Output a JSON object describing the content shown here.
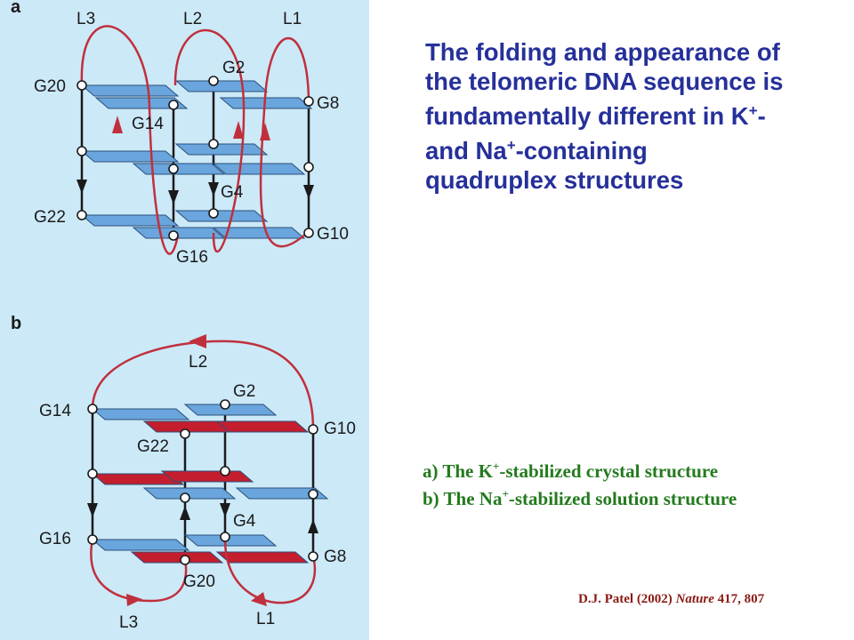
{
  "figure": {
    "panel_a": {
      "letter": "a",
      "loops": {
        "l1": "L1",
        "l2": "L2",
        "l3": "L3"
      },
      "guanines": {
        "g2": "G2",
        "g4": "G4",
        "g8": "G8",
        "g10": "G10",
        "g14": "G14",
        "g16": "G16",
        "g20": "G20",
        "g22": "G22"
      }
    },
    "panel_b": {
      "letter": "b",
      "loops": {
        "l1": "L1",
        "l2": "L2",
        "l3": "L3"
      },
      "guanines": {
        "g2": "G2",
        "g4": "G4",
        "g8": "G8",
        "g10": "G10",
        "g14": "G14",
        "g16": "G16",
        "g20": "G20",
        "g22": "G22"
      }
    }
  },
  "colors": {
    "background_panel": "#cce9f8",
    "quartet_blue": "#6aa6dd",
    "quartet_red": "#c41e2e",
    "loop_red": "#c0303c",
    "strand_dark": "#1a1a1a",
    "title_blue": "#26309a",
    "caption_green": "#247a1e",
    "citation_red": "#8a1a14"
  },
  "title": {
    "line1": "The folding and appearance of",
    "line2": "the telomeric DNA sequence is",
    "line3_pre": "fundamentally different in K",
    "line3_sup": "+",
    "line3_post": "-",
    "line4_pre": "and Na",
    "line4_sup": "+",
    "line4_post": "-containing",
    "line5": "quadruplex structures"
  },
  "captions": {
    "a_pre": "a) The K",
    "a_sup": "+",
    "a_post": "-stabilized crystal structure",
    "b_pre": "b) The Na",
    "b_sup": "+",
    "b_post": "-stabilized solution structure"
  },
  "citation": {
    "author": "D.J. Patel (2002) ",
    "journal": "Nature",
    "ref": " 417, 807"
  }
}
